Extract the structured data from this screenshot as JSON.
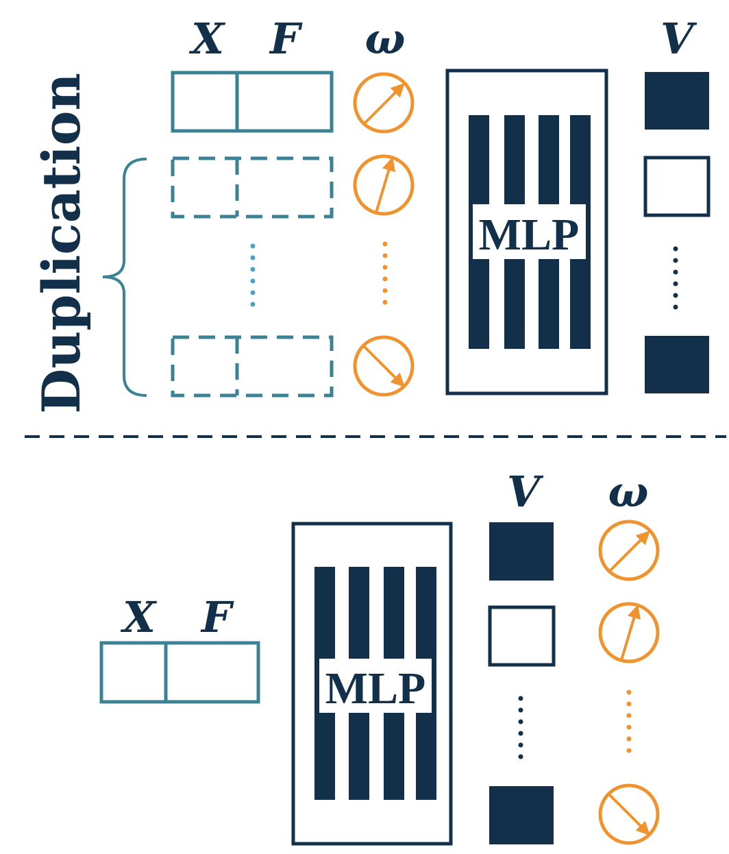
{
  "colors": {
    "navy": "#13304a",
    "teal": "#3c8296",
    "orange": "#f0932e",
    "dots_blue": "#4aa3c2"
  },
  "top": {
    "label_x": "X",
    "label_f": "F",
    "label_omega": "ω",
    "label_v": "V",
    "mlp_label": "MLP",
    "side_label": "Duplication"
  },
  "bottom": {
    "label_x": "X",
    "label_f": "F",
    "label_v": "V",
    "label_omega": "ω",
    "mlp_label": "MLP"
  },
  "icons": {
    "dial": "direction-dial-icon",
    "brace": "left-curly-brace-icon"
  }
}
